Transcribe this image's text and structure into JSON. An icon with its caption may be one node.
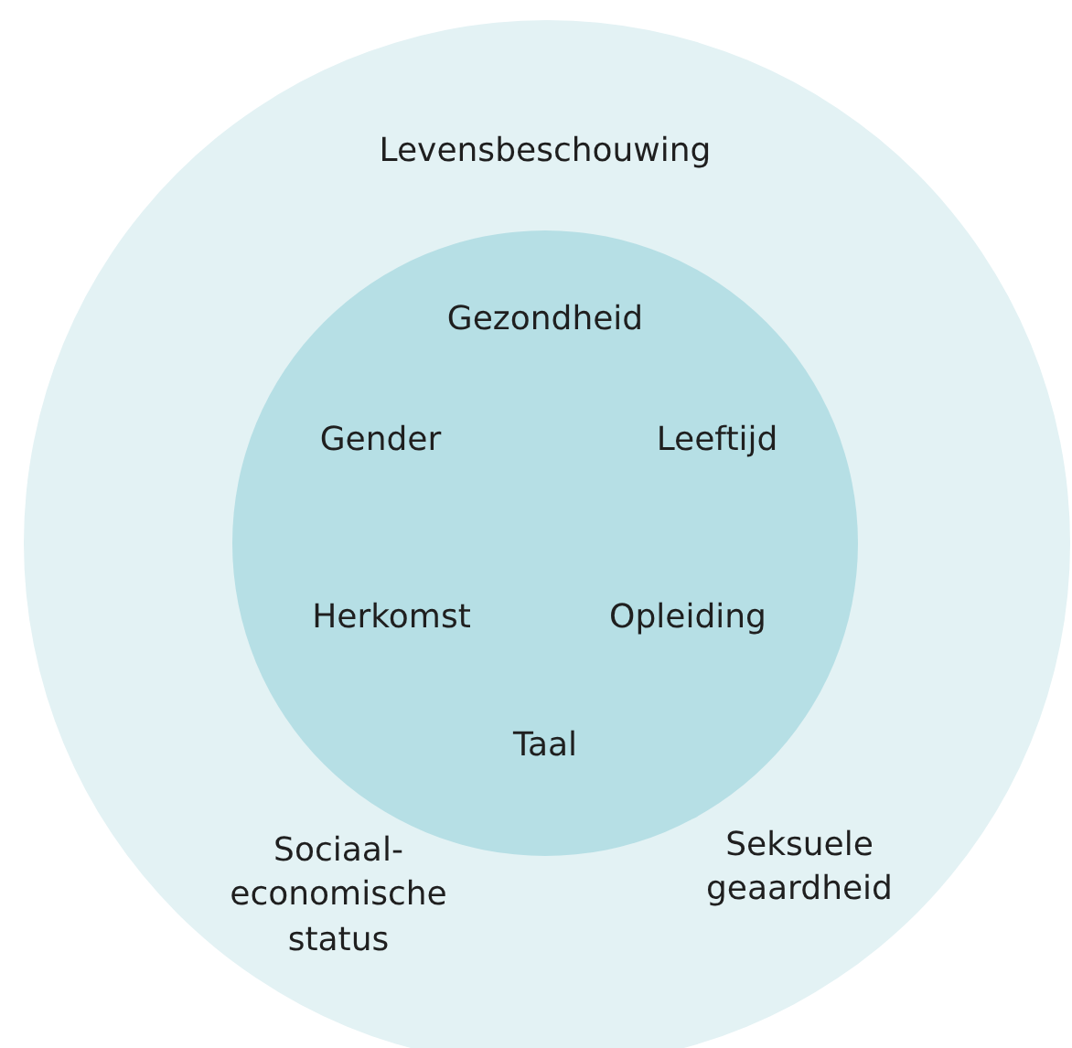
{
  "diagram": {
    "nodes": [
      {
        "text": [
          "Levensbeschouwing",
          "Sociaal-economische status",
          "Seksuele geaardheid"
        ]
      },
      {
        "text": [
          "Gezondheid",
          "Gender",
          "Leeftijd",
          "Herkomst",
          "Opleiding",
          "Taal"
        ],
        "in": 0
      }
    ]
  }
}
